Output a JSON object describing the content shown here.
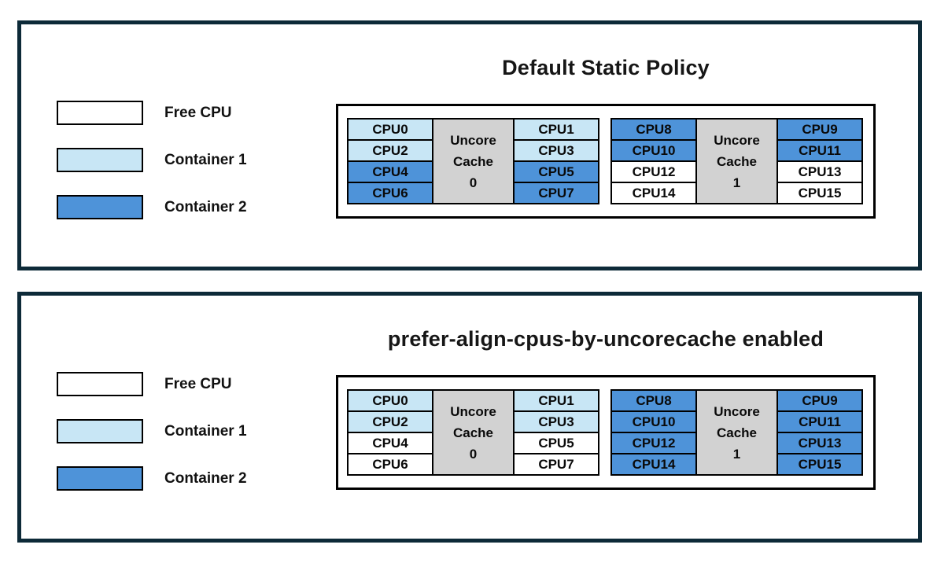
{
  "colors": {
    "free_cpu_fill": "#ffffff",
    "container1_fill": "#c8e6f5",
    "container2_fill": "#4e93d9",
    "uncore_cache_fill": "#d2d2d2",
    "panel_border": "#0d2a38",
    "cell_border": "#000000"
  },
  "legend": {
    "items": [
      {
        "label": "Free CPU",
        "state": "free"
      },
      {
        "label": "Container 1",
        "state": "container1"
      },
      {
        "label": "Container 2",
        "state": "container2"
      }
    ]
  },
  "panels": [
    {
      "title": "Default Static Policy",
      "groups": [
        {
          "uncore": {
            "line1": "Uncore",
            "line2": "Cache",
            "line3": "0"
          },
          "left_column": [
            {
              "label": "CPU0",
              "state": "container1"
            },
            {
              "label": "CPU2",
              "state": "container1"
            },
            {
              "label": "CPU4",
              "state": "container2"
            },
            {
              "label": "CPU6",
              "state": "container2"
            }
          ],
          "right_column": [
            {
              "label": "CPU1",
              "state": "container1"
            },
            {
              "label": "CPU3",
              "state": "container1"
            },
            {
              "label": "CPU5",
              "state": "container2"
            },
            {
              "label": "CPU7",
              "state": "container2"
            }
          ]
        },
        {
          "uncore": {
            "line1": "Uncore",
            "line2": "Cache",
            "line3": "1"
          },
          "left_column": [
            {
              "label": "CPU8",
              "state": "container2"
            },
            {
              "label": "CPU10",
              "state": "container2"
            },
            {
              "label": "CPU12",
              "state": "free"
            },
            {
              "label": "CPU14",
              "state": "free"
            }
          ],
          "right_column": [
            {
              "label": "CPU9",
              "state": "container2"
            },
            {
              "label": "CPU11",
              "state": "container2"
            },
            {
              "label": "CPU13",
              "state": "free"
            },
            {
              "label": "CPU15",
              "state": "free"
            }
          ]
        }
      ]
    },
    {
      "title": "prefer-align-cpus-by-uncorecache enabled",
      "groups": [
        {
          "uncore": {
            "line1": "Uncore",
            "line2": "Cache",
            "line3": "0"
          },
          "left_column": [
            {
              "label": "CPU0",
              "state": "container1"
            },
            {
              "label": "CPU2",
              "state": "container1"
            },
            {
              "label": "CPU4",
              "state": "free"
            },
            {
              "label": "CPU6",
              "state": "free"
            }
          ],
          "right_column": [
            {
              "label": "CPU1",
              "state": "container1"
            },
            {
              "label": "CPU3",
              "state": "container1"
            },
            {
              "label": "CPU5",
              "state": "free"
            },
            {
              "label": "CPU7",
              "state": "free"
            }
          ]
        },
        {
          "uncore": {
            "line1": "Uncore",
            "line2": "Cache",
            "line3": "1"
          },
          "left_column": [
            {
              "label": "CPU8",
              "state": "container2"
            },
            {
              "label": "CPU10",
              "state": "container2"
            },
            {
              "label": "CPU12",
              "state": "container2"
            },
            {
              "label": "CPU14",
              "state": "container2"
            }
          ],
          "right_column": [
            {
              "label": "CPU9",
              "state": "container2"
            },
            {
              "label": "CPU11",
              "state": "container2"
            },
            {
              "label": "CPU13",
              "state": "container2"
            },
            {
              "label": "CPU15",
              "state": "container2"
            }
          ]
        }
      ]
    }
  ]
}
